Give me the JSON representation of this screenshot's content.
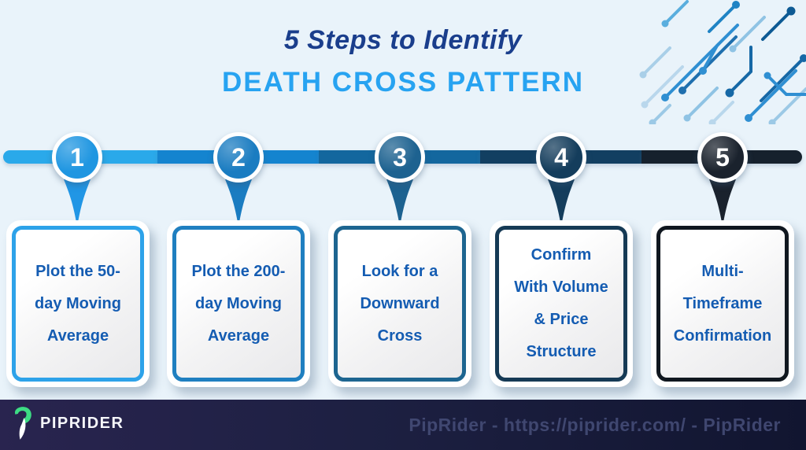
{
  "title": {
    "line1": "5 Steps to Identify",
    "line2": "DEATH CROSS PATTERN"
  },
  "steps": [
    {
      "number": "1",
      "label": "Plot the 50-\nday Moving\nAverage",
      "circle_color": "#1f96e1",
      "bar_color": "#2aa9ea",
      "border_color": "#2da2e9",
      "connector_color": "#2196e5"
    },
    {
      "number": "2",
      "label": "Plot the 200-\nday Moving\nAverage",
      "circle_color": "#1a7cc1",
      "bar_color": "#1484cf",
      "border_color": "#1f7fc0",
      "connector_color": "#1a7cc1"
    },
    {
      "number": "3",
      "label": "Look for a\nDownward\nCross",
      "circle_color": "#1d6290",
      "bar_color": "#13679e",
      "border_color": "#1d6590",
      "connector_color": "#1d6290"
    },
    {
      "number": "4",
      "label": "Confirm\nWith Volume\n& Price\nStructure",
      "circle_color": "#143d5c",
      "bar_color": "#123f61",
      "border_color": "#163a55",
      "connector_color": "#143d5c"
    },
    {
      "number": "5",
      "label": "Multi-\nTimeframe\nConfirmation",
      "circle_color": "#1a222d",
      "bar_color": "#16212d",
      "border_color": "#10171f",
      "connector_color": "#1a222d"
    }
  ],
  "footer": {
    "brand": "PIPRIDER",
    "credit": "PipRider - https://piprider.com/ - PipRider"
  },
  "colors": {
    "background": "#e9f3fa",
    "title_navy": "#1a3e8c",
    "title_blue": "#27a3f1",
    "card_text": "#145cb2",
    "footer_bg_left": "#29244f",
    "footer_bg_right": "#111530",
    "footer_credit": "#474f7a",
    "logo_green": "#3ddc84",
    "logo_white": "#ffffff"
  }
}
